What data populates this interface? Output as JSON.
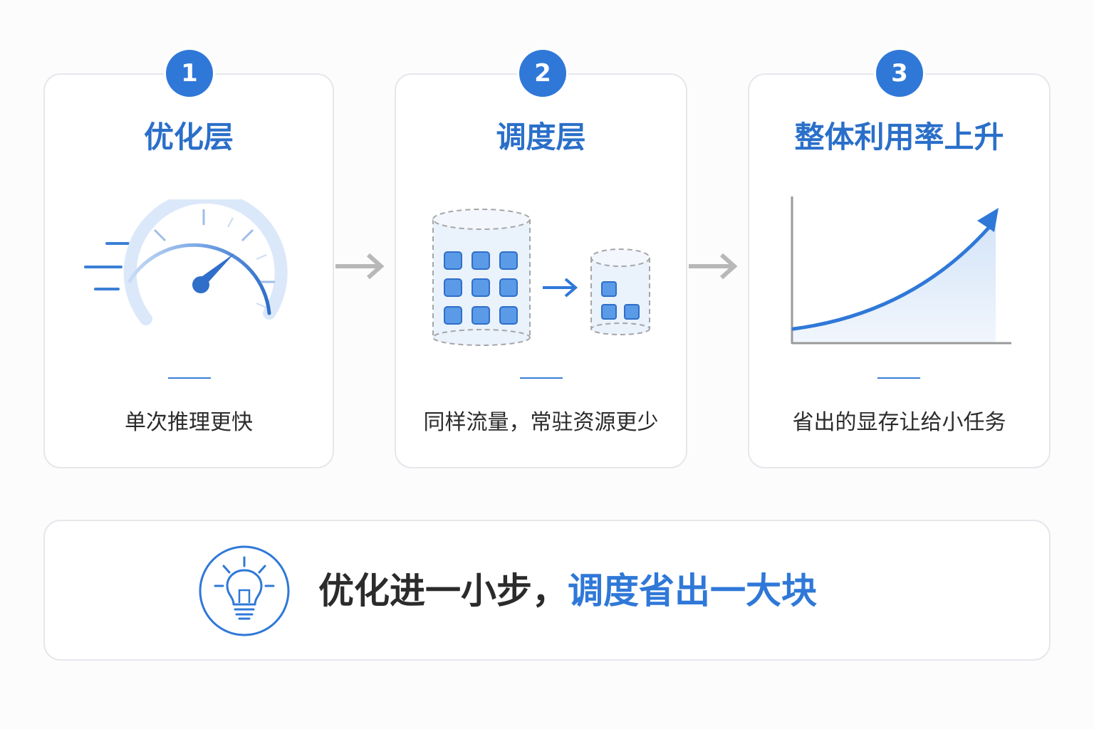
{
  "steps": [
    {
      "number": "1",
      "title": "优化层",
      "caption": "单次推理更快",
      "icon": "speedometer-icon"
    },
    {
      "number": "2",
      "title": "调度层",
      "caption": "同样流量，常驻资源更少",
      "icon": "resource-consolidation-icon"
    },
    {
      "number": "3",
      "title": "整体利用率上升",
      "caption": "省出的显存让给小任务",
      "icon": "growth-curve-icon"
    }
  ],
  "summary": {
    "icon": "lightbulb-icon",
    "text_part1": "优化进一小步，",
    "text_part2": "调度省出一大块"
  },
  "colors": {
    "accent": "#2f78d8",
    "title_blue": "#2a6fc9",
    "text_dark": "#2b2b2b",
    "card_border": "#e5e7eb",
    "flow_arrow": "#b8b8b8"
  }
}
